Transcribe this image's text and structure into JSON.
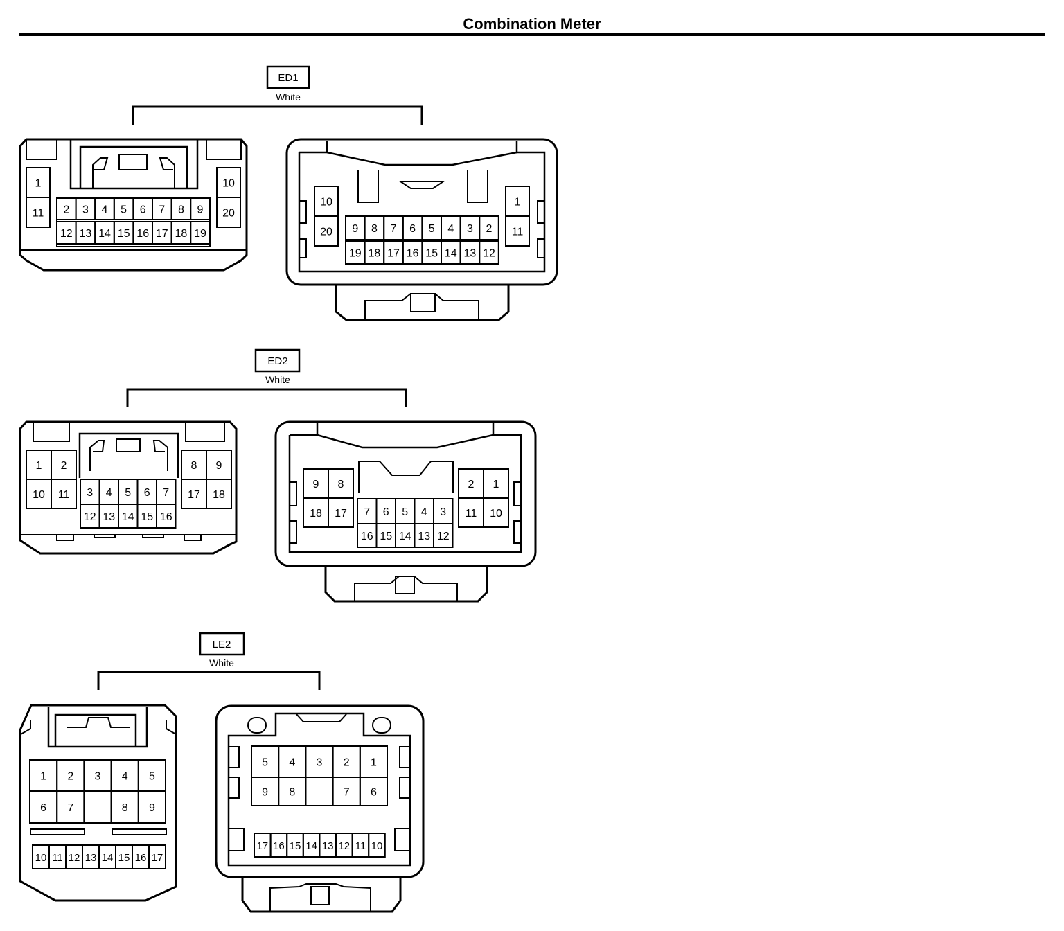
{
  "title": "Combination Meter",
  "connectors": [
    {
      "code": "ED1",
      "color": "White",
      "left_view": {
        "side_top": [
          "1",
          "10"
        ],
        "side_bottom": [
          "11",
          "20"
        ],
        "center_top": [
          "2",
          "3",
          "4",
          "5",
          "6",
          "7",
          "8",
          "9"
        ],
        "center_bottom": [
          "12",
          "13",
          "14",
          "15",
          "16",
          "17",
          "18",
          "19"
        ]
      },
      "right_view": {
        "side_top": [
          "10",
          "1"
        ],
        "side_bottom": [
          "20",
          "11"
        ],
        "center_top": [
          "9",
          "8",
          "7",
          "6",
          "5",
          "4",
          "3",
          "2"
        ],
        "center_bottom": [
          "19",
          "18",
          "17",
          "16",
          "15",
          "14",
          "13",
          "12"
        ]
      }
    },
    {
      "code": "ED2",
      "color": "White",
      "left_view": {
        "left_top": [
          "1",
          "2"
        ],
        "left_bottom": [
          "10",
          "11"
        ],
        "center_top": [
          "3",
          "4",
          "5",
          "6",
          "7"
        ],
        "center_bottom": [
          "12",
          "13",
          "14",
          "15",
          "16"
        ],
        "right_top": [
          "8",
          "9"
        ],
        "right_bottom": [
          "17",
          "18"
        ]
      },
      "right_view": {
        "left_top": [
          "9",
          "8"
        ],
        "left_bottom": [
          "18",
          "17"
        ],
        "center_top": [
          "7",
          "6",
          "5",
          "4",
          "3"
        ],
        "center_bottom": [
          "16",
          "15",
          "14",
          "13",
          "12"
        ],
        "right_top": [
          "2",
          "1"
        ],
        "right_bottom": [
          "11",
          "10"
        ]
      }
    },
    {
      "code": "LE2",
      "color": "White",
      "left_view": {
        "row1": [
          "1",
          "2",
          "3",
          "4",
          "5"
        ],
        "row2": [
          "6",
          "7",
          "",
          "8",
          "9"
        ],
        "row3": [
          "10",
          "11",
          "12",
          "13",
          "14",
          "15",
          "16",
          "17"
        ]
      },
      "right_view": {
        "row1": [
          "5",
          "4",
          "3",
          "2",
          "1"
        ],
        "row2": [
          "9",
          "8",
          "",
          "7",
          "6"
        ],
        "row3": [
          "17",
          "16",
          "15",
          "14",
          "13",
          "12",
          "11",
          "10"
        ]
      }
    }
  ]
}
